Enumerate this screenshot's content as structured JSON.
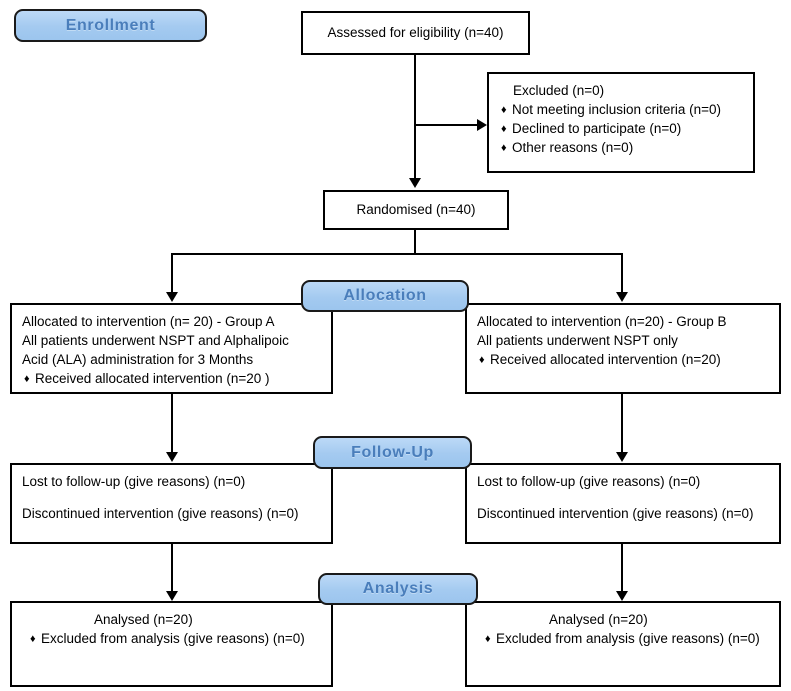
{
  "diagram": {
    "title": "CONSORT participant flow diagram",
    "colors": {
      "badge_fill": "#a4caf0",
      "badge_text": "#4a7ebb",
      "border": "#000000",
      "background": "#ffffff"
    }
  },
  "stages": {
    "enrollment": "Enrollment",
    "allocation": "Allocation",
    "follow_up": "Follow-Up",
    "analysis": "Analysis"
  },
  "nodes": {
    "assessed": {
      "label": "Assessed for eligibility (n=40)"
    },
    "excluded": {
      "heading": "Excluded (n=0)",
      "reasons": [
        "Not meeting inclusion criteria (n=0)",
        "Declined to participate (n=0)",
        "Other reasons (n=0)"
      ]
    },
    "randomised": {
      "label": "Randomised (n=40)"
    },
    "allocation_left": {
      "line1": "Allocated to intervention (n= 20) - Group A",
      "line2": "All patients underwent NSPT and Alphalipoic",
      "line3": "Acid (ALA) administration for 3 Months",
      "bullet1": "Received allocated intervention (n=20 )"
    },
    "allocation_right": {
      "line1": "Allocated to intervention (n=20) - Group B",
      "line2": "All patients underwent NSPT only",
      "bullet1": "Received allocated intervention (n=20)"
    },
    "followup_left": {
      "line1": "Lost to follow-up (give reasons) (n=0)",
      "line2": "Discontinued intervention (give reasons) (n=0)"
    },
    "followup_right": {
      "line1": "Lost to follow-up (give reasons) (n=0)",
      "line2": "Discontinued intervention (give reasons) (n=0)"
    },
    "analysis_left": {
      "line1": "Analysed (n=20)",
      "bullet1": "Excluded from analysis (give reasons) (n=0)"
    },
    "analysis_right": {
      "line1": "Analysed (n=20)",
      "bullet1": "Excluded from analysis (give reasons) (n=0)"
    }
  },
  "icons": {
    "bullet": "♦",
    "arrow_down": "arrow-down-icon",
    "arrow_right": "arrow-right-icon"
  }
}
